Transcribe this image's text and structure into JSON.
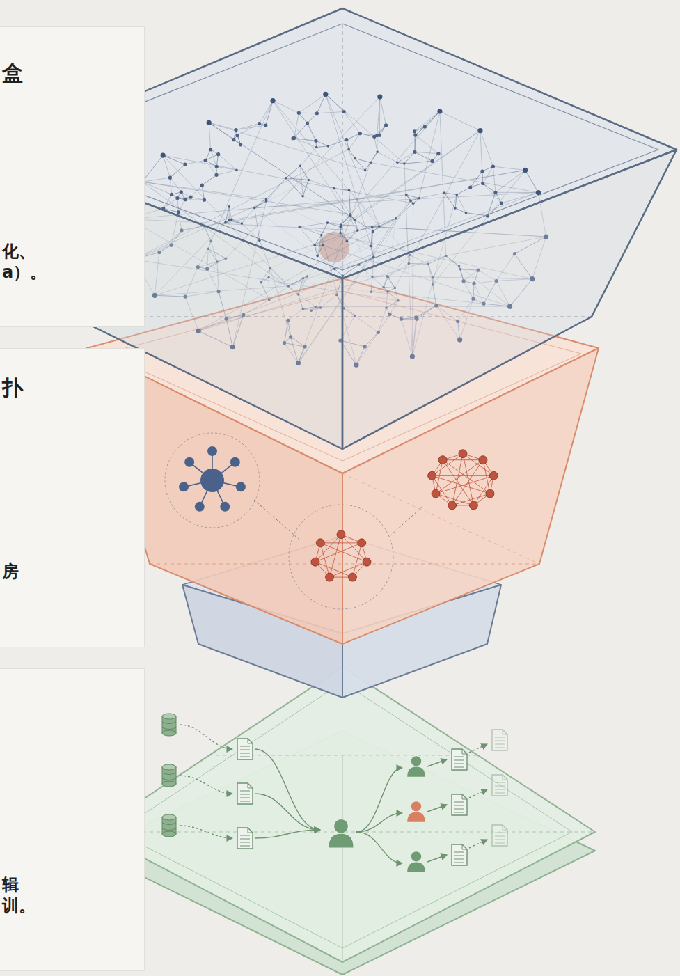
{
  "diagram": {
    "nodes": [
      {
        "text": [
          "盒",
          "化、 a）。"
        ]
      },
      {
        "text": [
          "扑",
          "房"
        ]
      },
      {
        "text": [
          "辑 训。"
        ]
      }
    ]
  }
}
